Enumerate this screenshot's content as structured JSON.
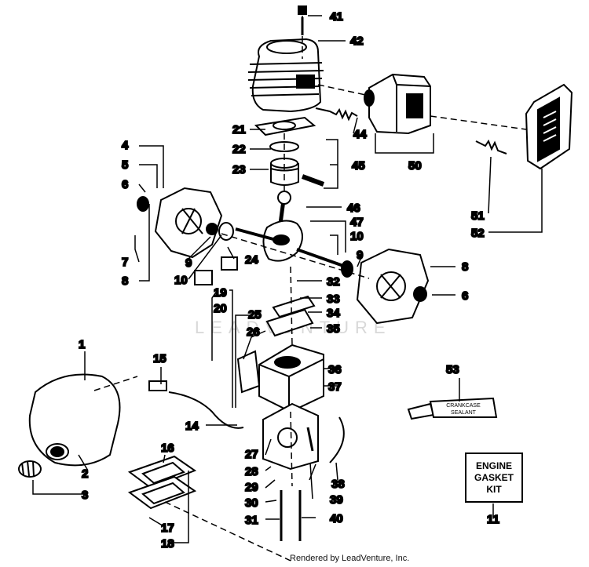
{
  "diagram": {
    "callouts": [
      "1",
      "2",
      "3",
      "4",
      "5",
      "6",
      "7",
      "8",
      "9",
      "10",
      "11",
      "14",
      "15",
      "16",
      "17",
      "18",
      "19",
      "20",
      "21",
      "22",
      "23",
      "24",
      "25",
      "26",
      "27",
      "28",
      "29",
      "30",
      "31",
      "32",
      "33",
      "34",
      "35",
      "36",
      "37",
      "38",
      "39",
      "40",
      "41",
      "42",
      "44",
      "45",
      "46",
      "47",
      "50",
      "51",
      "52",
      "53"
    ],
    "sealant_tube_text": [
      "CRANKCASE",
      "SEALANT"
    ],
    "kit_box_lines": [
      "ENGINE",
      "GASKET",
      "KIT"
    ],
    "watermark": "LEADVENTURE",
    "credit": "Rendered by LeadVenture, Inc."
  }
}
